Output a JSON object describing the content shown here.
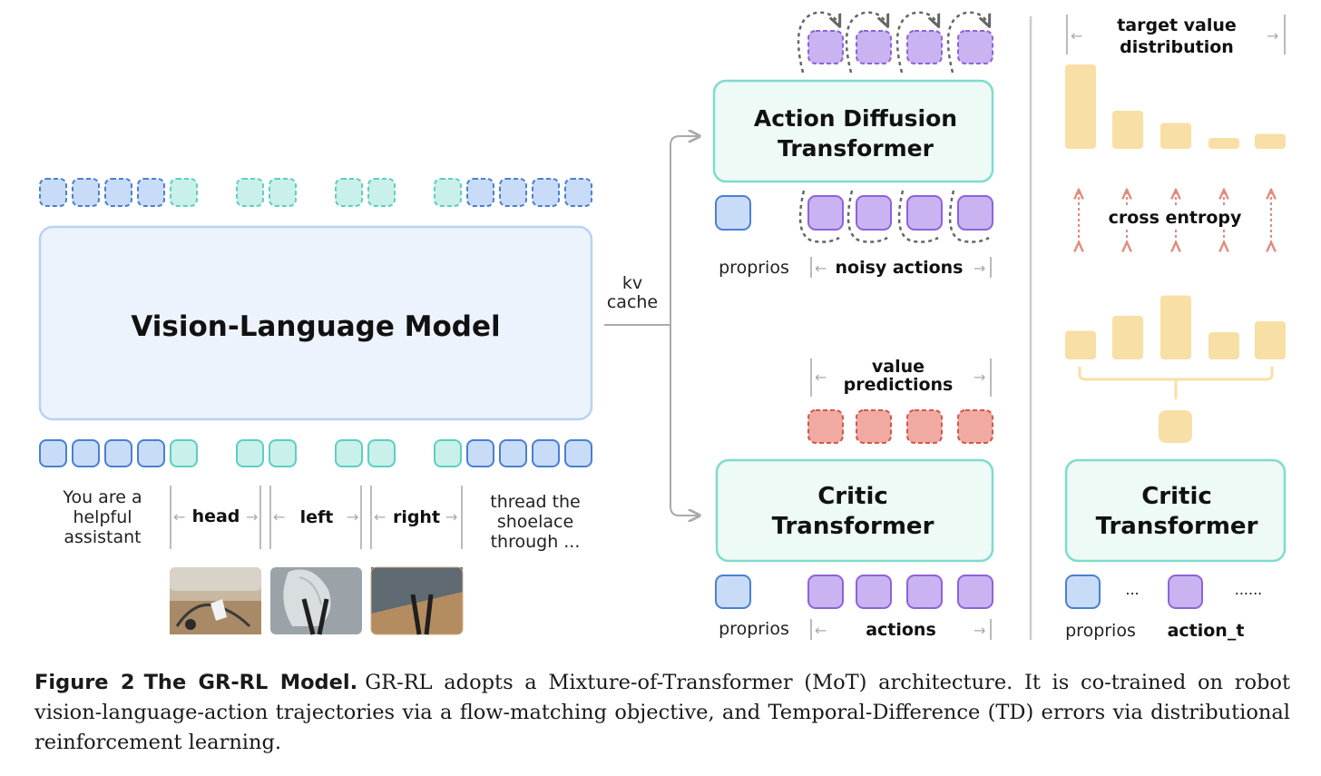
{
  "vlm": {
    "title": "Vision-Language Model",
    "kv_cache": [
      "kv",
      "cache"
    ],
    "prompt": [
      "You are a",
      "helpful",
      "assistant"
    ],
    "views": [
      "head",
      "left",
      "right"
    ],
    "instruction": [
      "thread the",
      "shoelace",
      "through ..."
    ]
  },
  "action_diffusion": {
    "title": [
      "Action Diffusion",
      "Transformer"
    ],
    "proprios": "proprios",
    "noisy_actions": "noisy actions"
  },
  "critic": {
    "title": [
      "Critic",
      "Transformer"
    ],
    "value_predictions": [
      "value",
      "predictions"
    ],
    "proprios": "proprios",
    "actions": "actions"
  },
  "distributional": {
    "target": [
      "target value",
      "distribution"
    ],
    "cross_entropy": "cross entropy",
    "title": [
      "Critic",
      "Transformer"
    ],
    "proprios": "proprios",
    "ellipsis_short": "...",
    "ellipsis_long": "......",
    "action_t": "action_t",
    "target_bars": [
      0.62,
      0.28,
      0.19,
      0.08,
      0.11
    ],
    "predicted_bars": [
      0.21,
      0.32,
      0.47,
      0.2,
      0.28
    ]
  },
  "caption": {
    "label": "Figure 2",
    "title": "The GR-RL Model.",
    "text": "GR-RL adopts a Mixture-of-Transformer (MoT) architecture. It is co-trained on robot vision-language-action trajectories via a flow-matching objective, and Temporal-Difference (TD) errors via distributional reinforcement learning."
  },
  "colors": {
    "blue_fill": "#c9dcf7",
    "blue_stroke": "#4a7fd4",
    "teal_fill": "#c9f0ea",
    "teal_stroke": "#5ccfc0",
    "purple_fill": "#c9b3f1",
    "purple_stroke": "#8e62dc",
    "red_fill": "#f1aaa2",
    "red_stroke": "#d2574b",
    "bar_fill": "#f8dfa6",
    "box_fill": "#edf3fd",
    "box_stroke": "#b9d2f3",
    "green_fill": "#eefaf6",
    "green_stroke": "#7fdccd"
  }
}
